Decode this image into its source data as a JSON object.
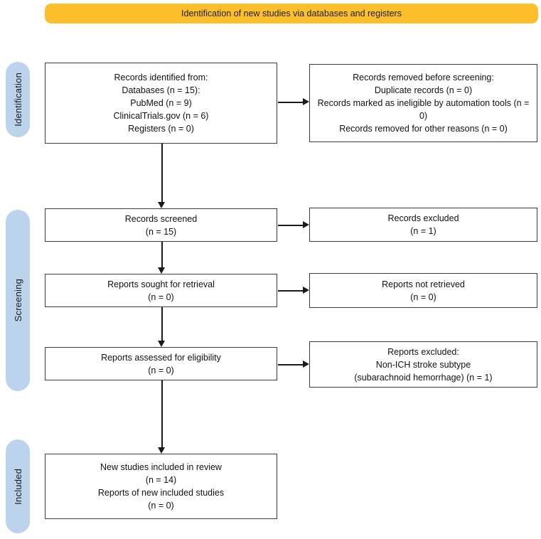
{
  "banner": {
    "label": "Identification of new studies via databases and registers"
  },
  "colors": {
    "banner_bg": "#FCBF2B",
    "stage_bg": "#BCD3EC",
    "box_border": "#3A3A3A",
    "arrow": "#1A1A1A",
    "text": "#111111"
  },
  "stages": [
    {
      "label": "Identification"
    },
    {
      "label": "Screening"
    },
    {
      "label": "Included"
    }
  ],
  "flow": {
    "left_boxes": [
      {
        "id": "records-identified",
        "lines": [
          "Records identified from:",
          "Databases (n = 15):",
          "PubMed (n = 9)",
          "ClinicalTrials.gov (n = 6)",
          "Registers (n = 0)"
        ]
      },
      {
        "id": "records-screened",
        "lines": [
          "Records screened",
          "(n = 15)"
        ]
      },
      {
        "id": "reports-sought",
        "lines": [
          "Reports sought for retrieval",
          "(n = 0)"
        ]
      },
      {
        "id": "reports-assessed",
        "lines": [
          "Reports assessed for eligibility",
          "(n = 0)"
        ]
      },
      {
        "id": "new-studies-included",
        "lines": [
          "New studies included in review",
          "(n = 14)",
          "Reports of new included studies",
          "(n = 0)"
        ]
      }
    ],
    "right_boxes": [
      {
        "id": "records-removed",
        "lines": [
          "Records removed before screening:",
          "Duplicate records (n = 0)",
          "Records marked as ineligible by automation tools (n = 0)",
          "Records removed for other reasons (n = 0)"
        ]
      },
      {
        "id": "records-excluded",
        "lines": [
          "Records excluded",
          "(n = 1)"
        ]
      },
      {
        "id": "reports-not-retrieved",
        "lines": [
          "Reports not retrieved",
          "(n = 0)"
        ]
      },
      {
        "id": "reports-excluded",
        "lines": [
          "Reports excluded:",
          "Non-ICH stroke subtype",
          "(subarachnoid hemorrhage) (n = 1)"
        ]
      }
    ]
  }
}
